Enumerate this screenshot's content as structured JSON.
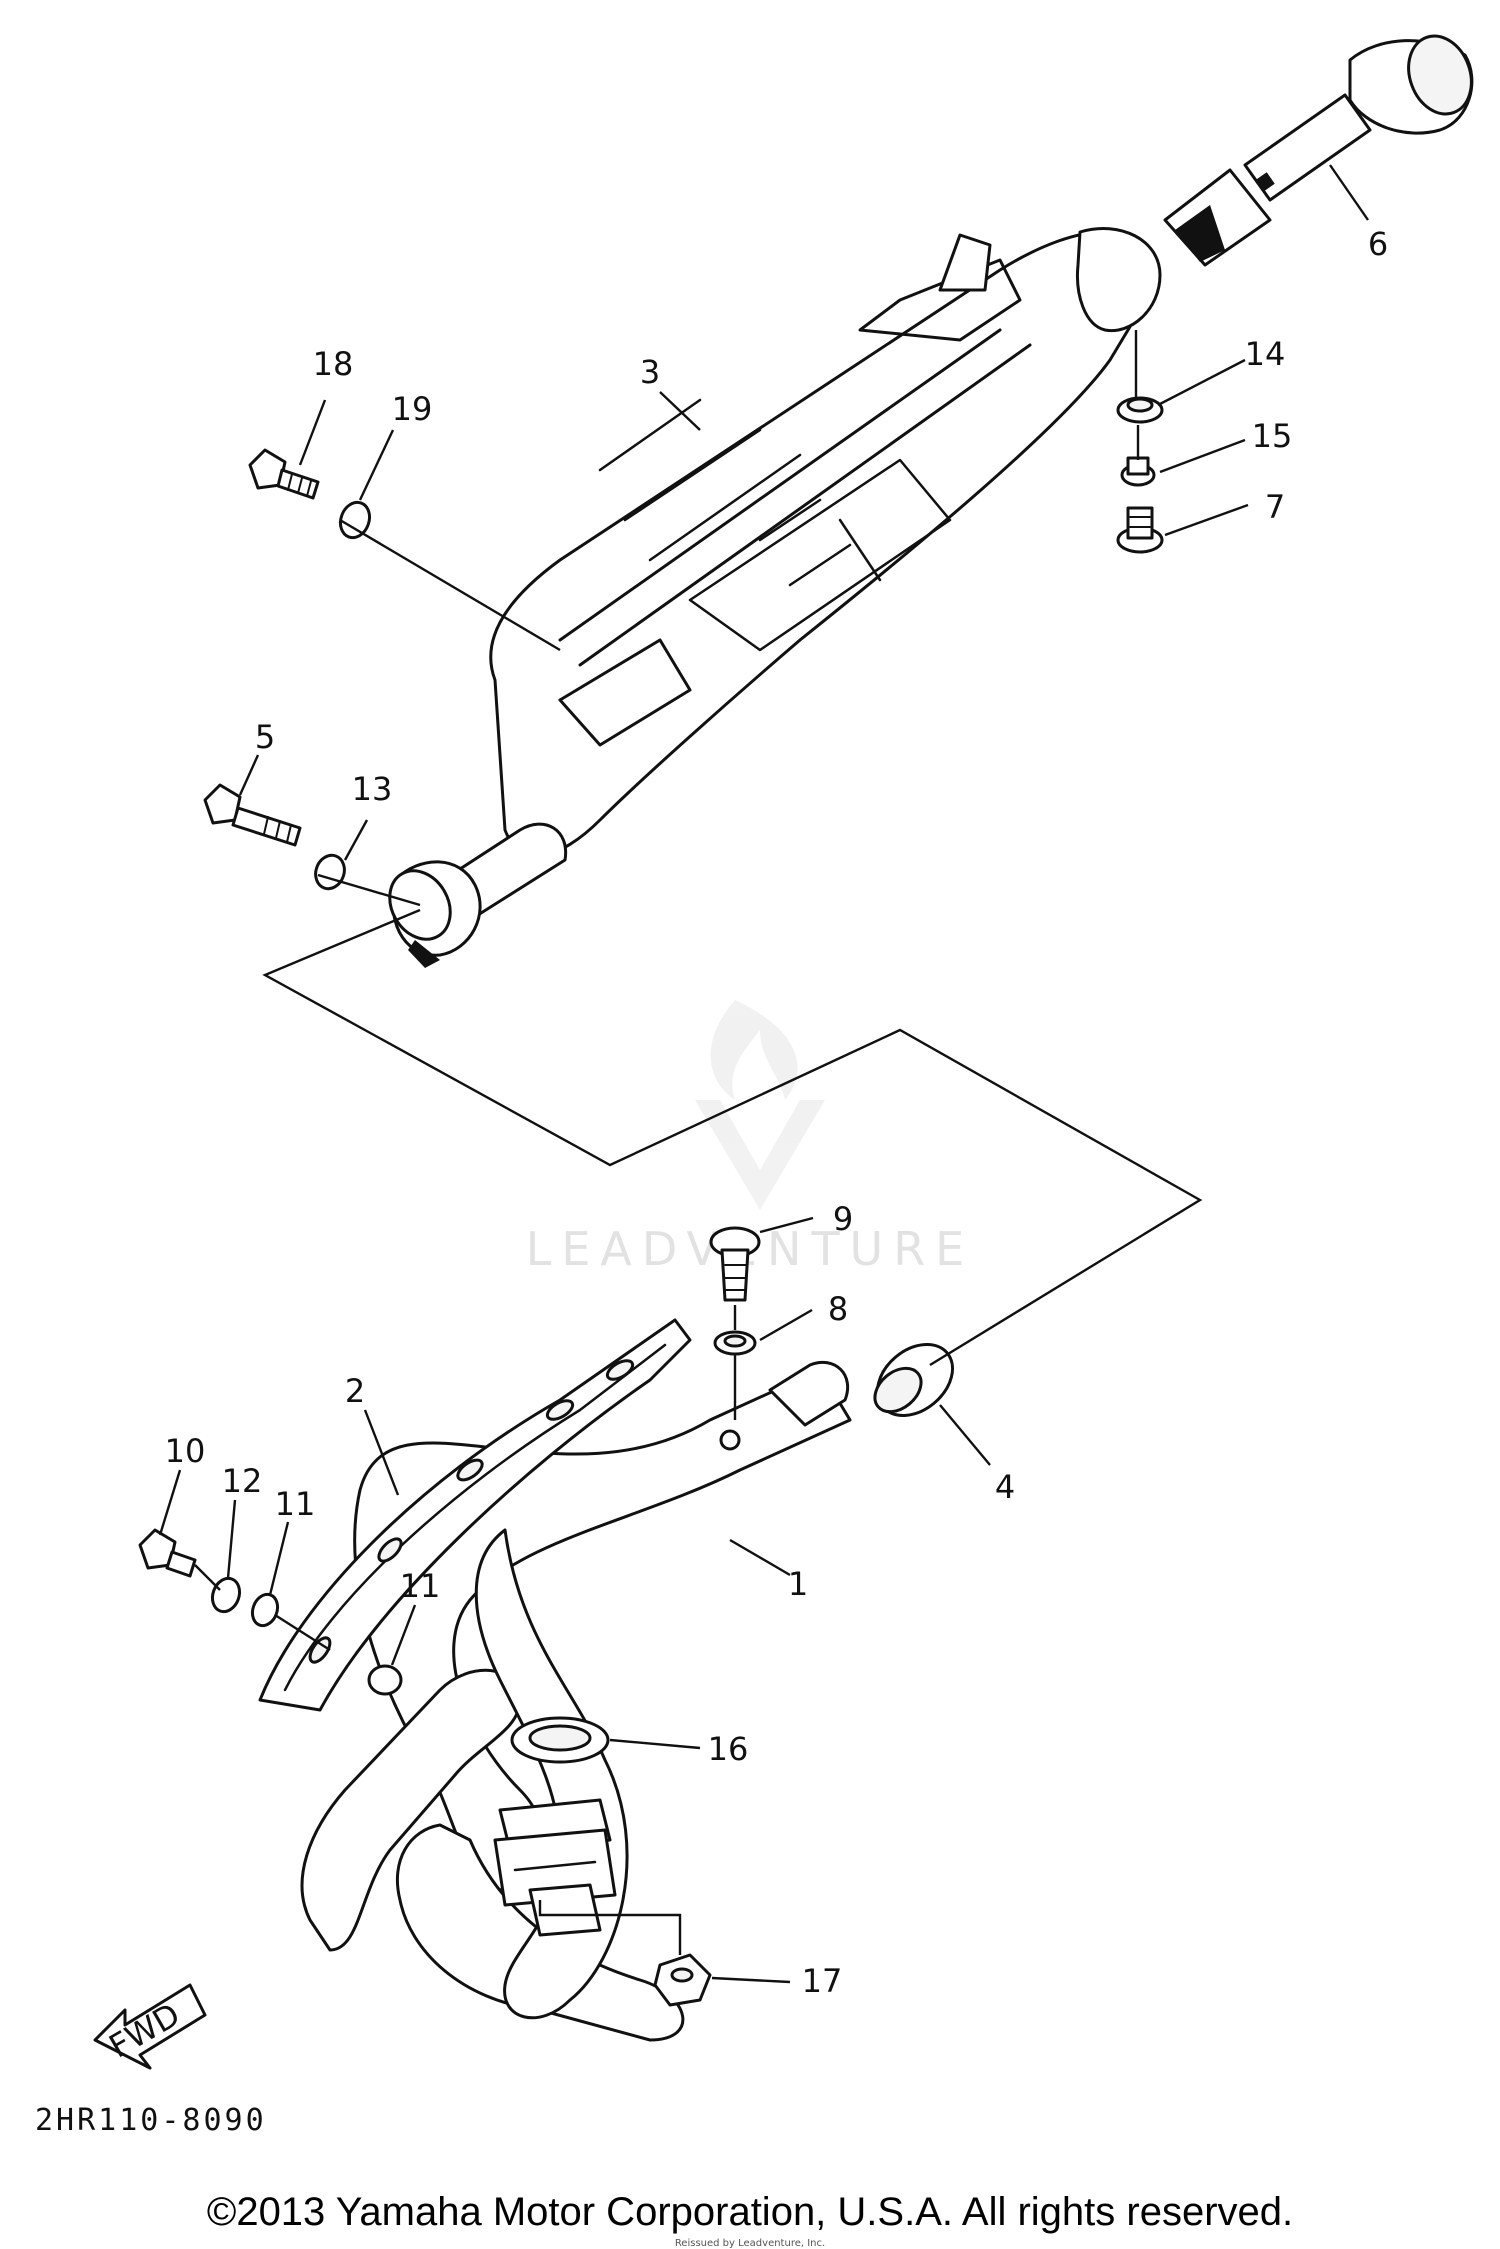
{
  "diagram": {
    "callouts": {
      "p1": "1",
      "p2": "2",
      "p3": "3",
      "p4": "4",
      "p5": "5",
      "p6": "6",
      "p7": "7",
      "p8": "8",
      "p9": "9",
      "p10": "10",
      "p11a": "11",
      "p11b": "11",
      "p12": "12",
      "p13": "13",
      "p14": "14",
      "p15": "15",
      "p16": "16",
      "p17": "17",
      "p18": "18",
      "p19": "19"
    },
    "fwd_label": "FWD",
    "drawing_code": "2HR110-8090",
    "watermark": "LEADVENTURE"
  },
  "footer": {
    "copyright": "©2013 Yamaha Motor Corporation, U.S.A. All rights reserved.",
    "reissue": "Reissued by Leadventure, Inc."
  }
}
